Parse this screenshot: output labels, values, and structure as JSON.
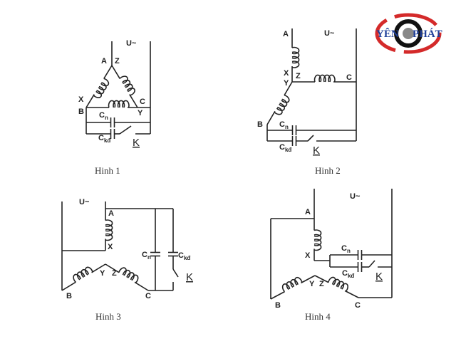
{
  "logo": {
    "text_left": "YÊN",
    "text_right": "PHÁT",
    "ring_color": "#d42a2a",
    "text_color": "#1f3f99"
  },
  "labels": {
    "A": "A",
    "B": "B",
    "C": "C",
    "X": "X",
    "Y": "Y",
    "Z": "Z",
    "U": "U~",
    "C_main": "C",
    "n": "n",
    "kd": "kđ",
    "K": "K"
  },
  "captions": [
    "Hinh 1",
    "Hinh 2",
    "Hinh 3",
    "Hinh 4"
  ]
}
